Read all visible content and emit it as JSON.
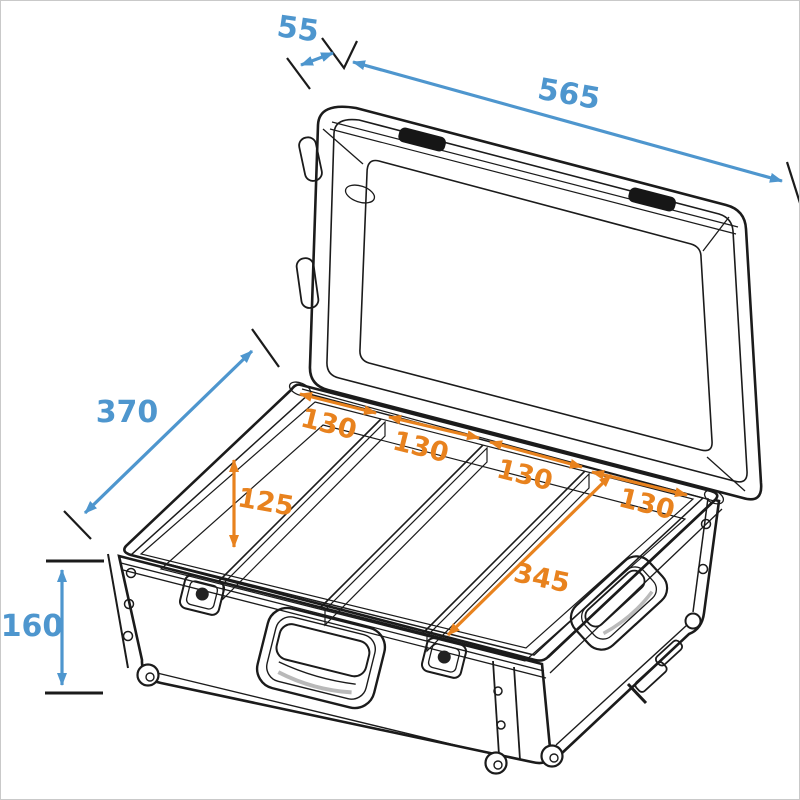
{
  "diagram": {
    "type": "technical-dimension-drawing",
    "subject": "aluminum flight case with open lid and 4 interior compartments",
    "background": "#ffffff",
    "line_color": "#1b1b1b",
    "outer_dimensions": {
      "color": "#4e96ce",
      "lid_depth": "55",
      "width": "565",
      "depth": "370",
      "body_height": "160"
    },
    "inner_dimensions": {
      "color": "#e8821e",
      "slot_widths": [
        "130",
        "130",
        "130",
        "130"
      ],
      "divider_height": "125",
      "slot_length": "345"
    }
  }
}
